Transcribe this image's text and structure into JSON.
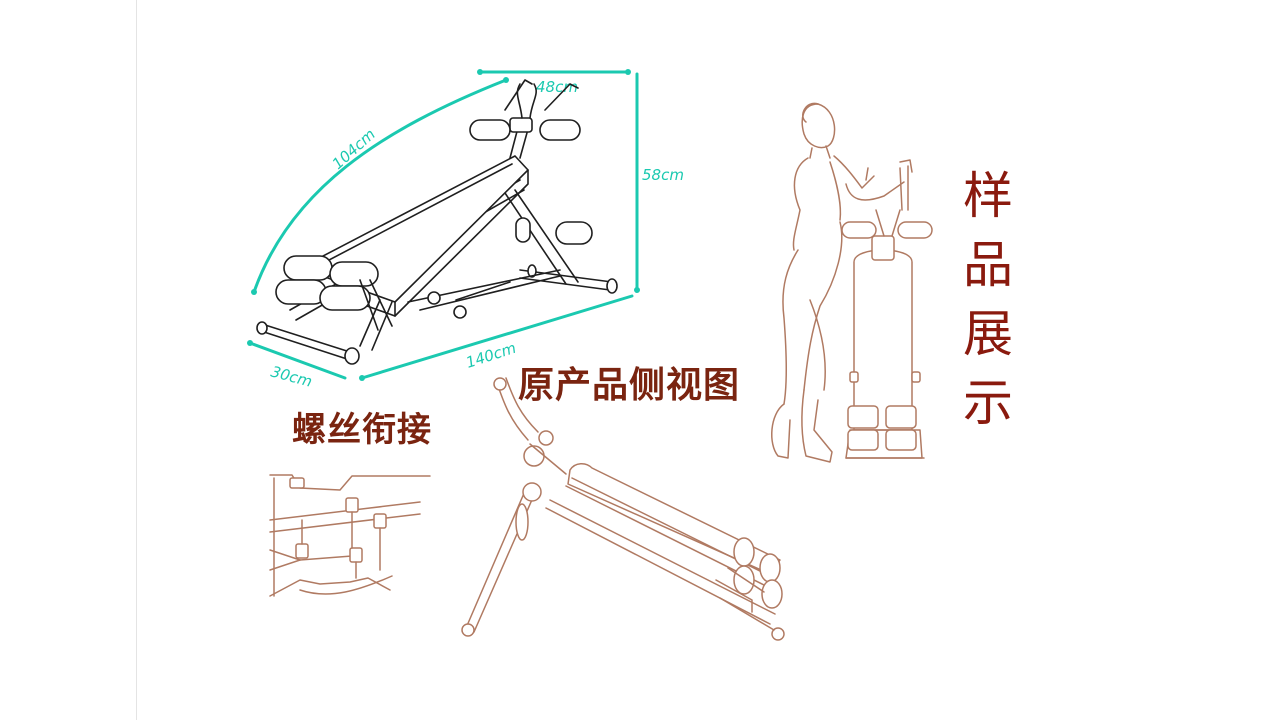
{
  "dimensions": {
    "width_top": "48cm",
    "height": "58cm",
    "diagonal": "104cm",
    "length": "140cm",
    "width_base": "30cm"
  },
  "captions": {
    "thread_joint": "螺丝衔接",
    "side_view": "原产品侧视图"
  },
  "showcase_title": [
    "样",
    "品",
    "展",
    "示"
  ],
  "colors": {
    "caption": "#7a2410",
    "title": "#8a1a0e",
    "dimension_lines": "#1bc9b0",
    "sketch_lines": "#1f1f1f",
    "sketch_brown": "#b07a62"
  }
}
